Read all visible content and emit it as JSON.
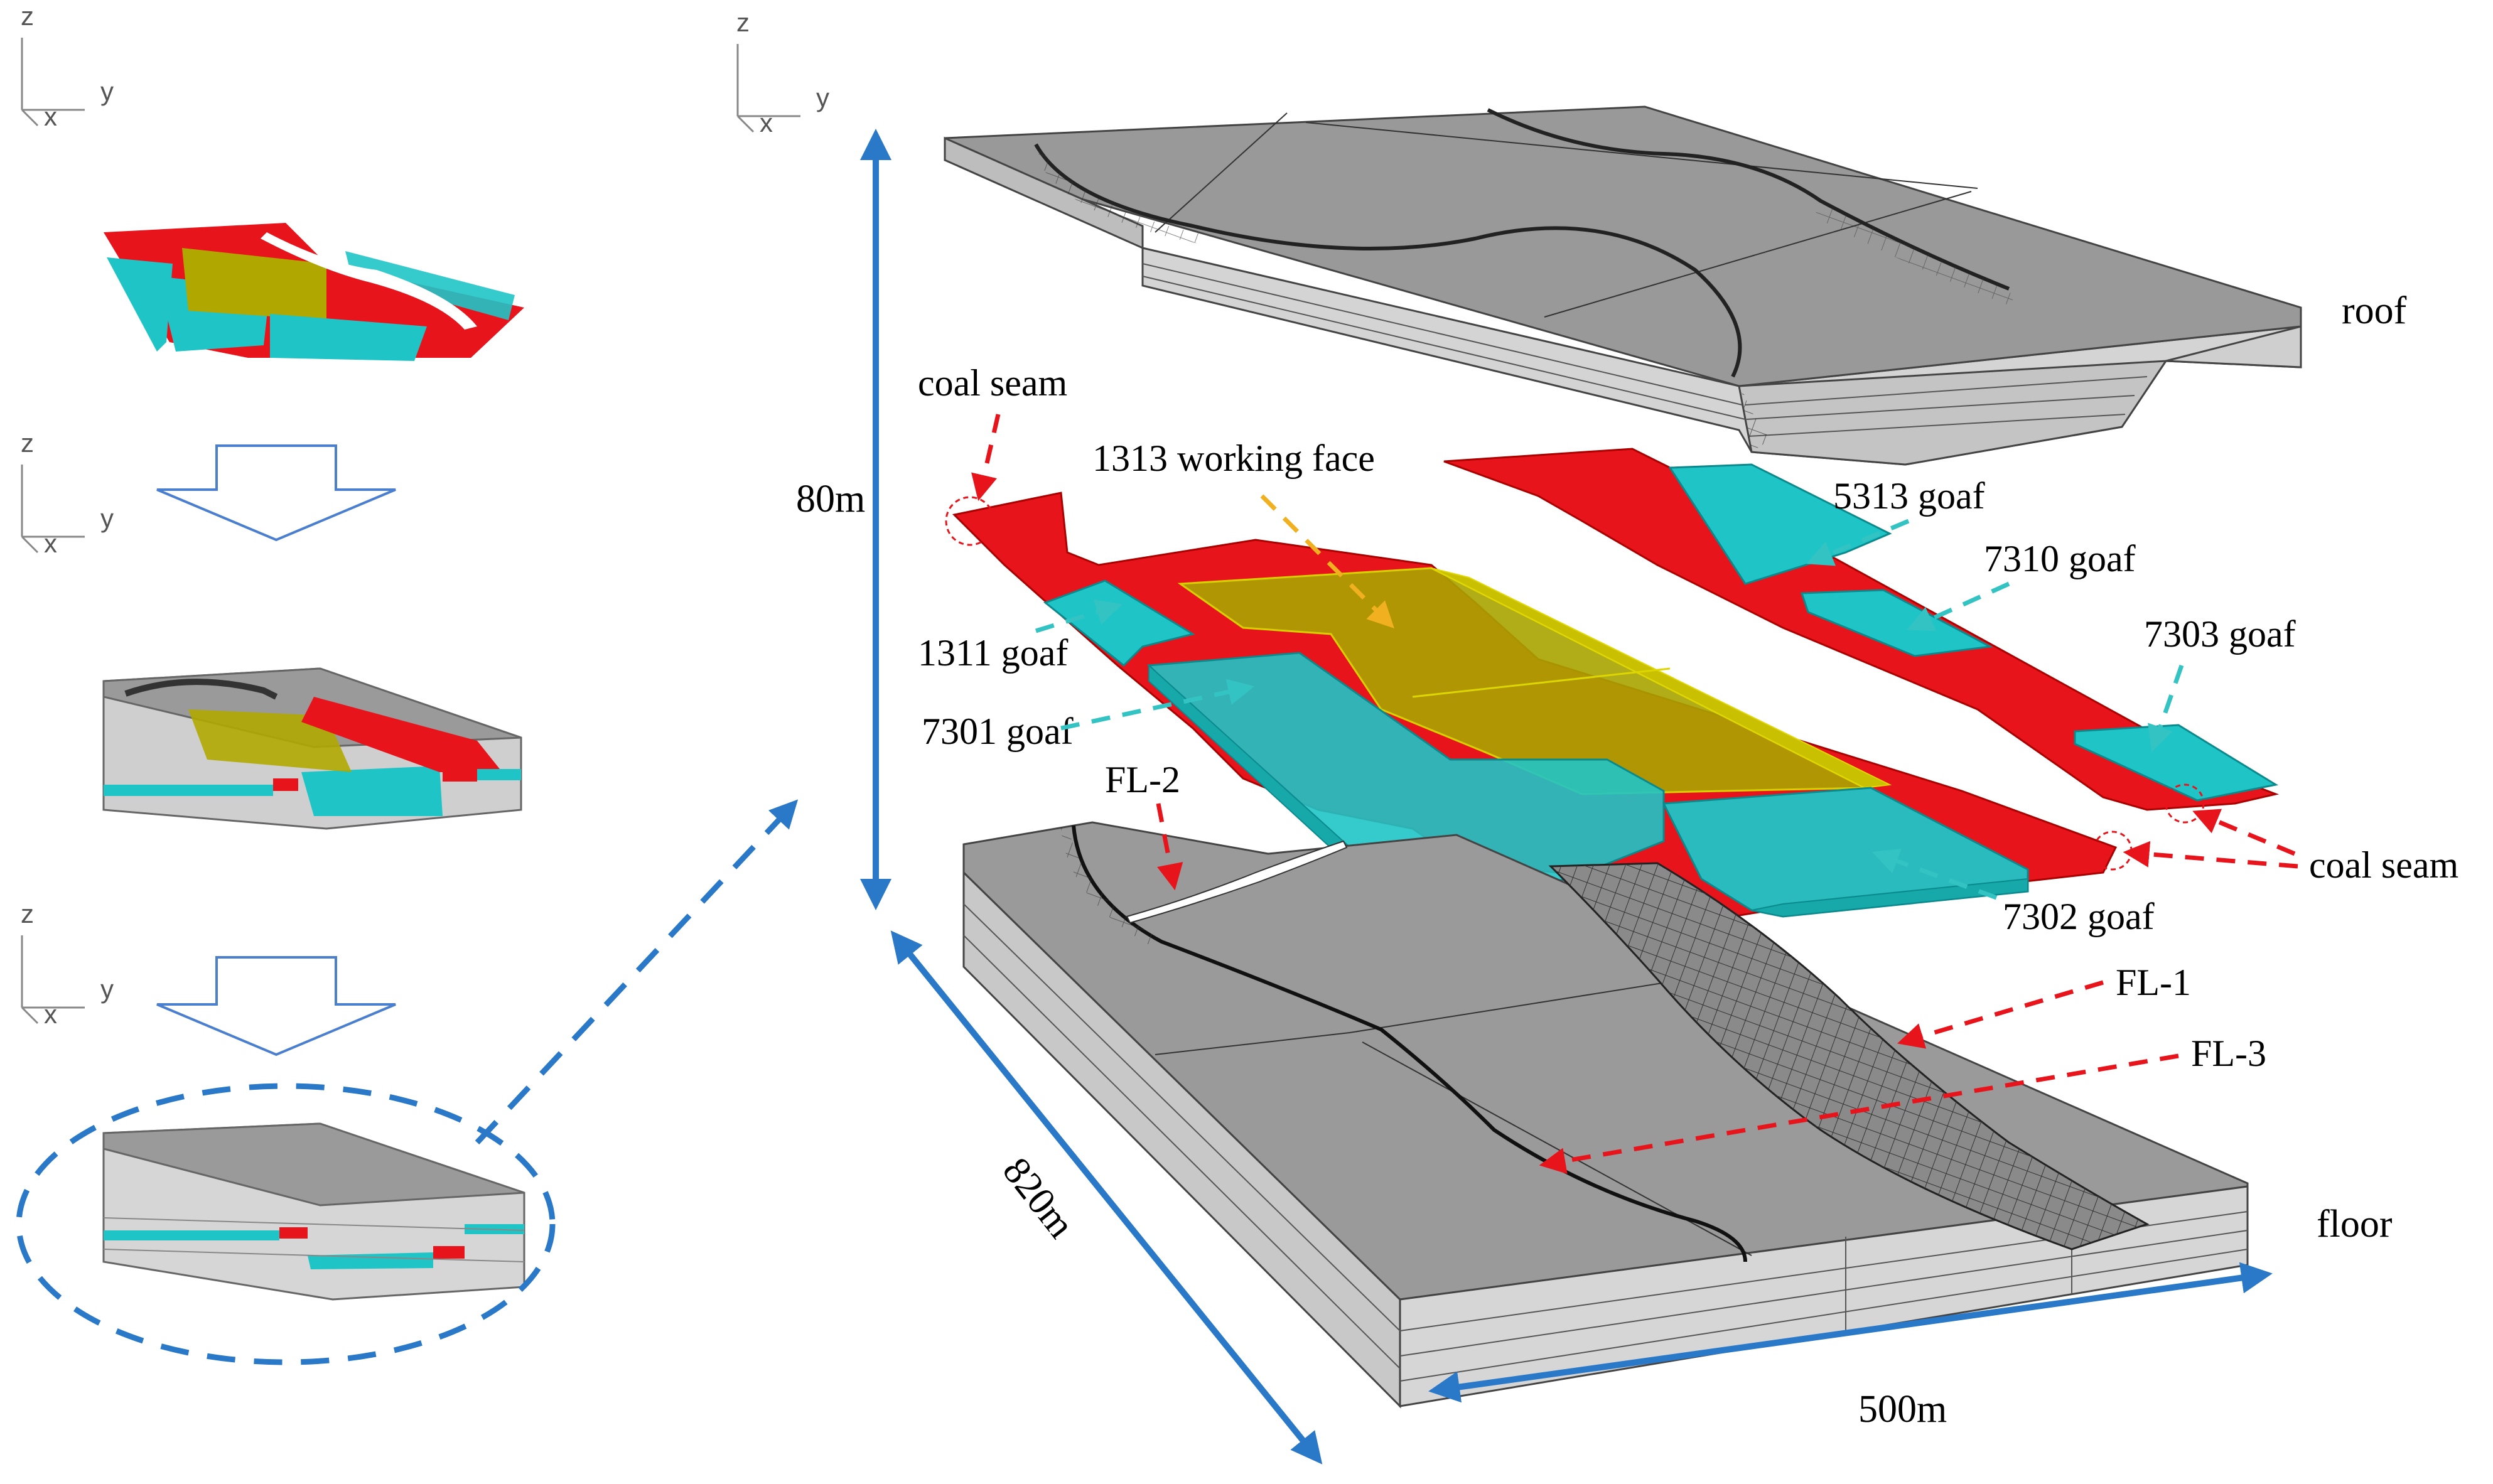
{
  "labels": {
    "roof": "roof",
    "floor": "floor",
    "coal_seam_top": "coal seam",
    "coal_seam_right": "coal seam",
    "working_face": "1313 working face",
    "goaf_5313": "5313 goaf",
    "goaf_7310": "7310 goaf",
    "goaf_7303": "7303 goaf",
    "goaf_1311": "1311 goaf",
    "goaf_7301": "7301 goaf",
    "goaf_7302": "7302 goaf",
    "fault_fl1": "FL-1",
    "fault_fl2": "FL-2",
    "fault_fl3": "FL-3"
  },
  "dimensions": {
    "height": "80m",
    "length": "820m",
    "width": "500m"
  },
  "axes": {
    "z": "z",
    "y": "y",
    "x": "x"
  },
  "colors": {
    "coal_seam": "#e8141c",
    "goaf": "#1fc4c6",
    "working_face": "#a8a400",
    "rock": "#9a9a9a",
    "rock_side": "#d6d6d6",
    "dimension_arrow": "#2a78c8",
    "annotation_red": "#e8141c",
    "annotation_cyan": "#33c3c3",
    "annotation_yellow": "#f0b020"
  }
}
